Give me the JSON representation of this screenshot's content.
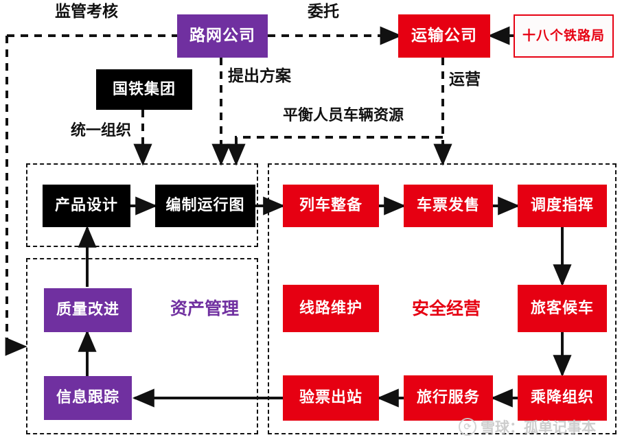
{
  "diagram": {
    "title_nodes": {
      "roadnet": "路网公司",
      "transport": "运输公司",
      "bureaus": "十八个铁路局",
      "group": "国铁集团"
    },
    "edge_labels": {
      "supervise": "监管考核",
      "entrust": "委托",
      "propose": "提出方案",
      "operate": "运营",
      "unified": "统一组织",
      "balance": "平衡人员车辆资源"
    },
    "group_labels": {
      "asset": "资产管理",
      "safety": "安全经营"
    },
    "design_nodes": [
      {
        "label": "产品设计"
      },
      {
        "label": "编制运行图"
      }
    ],
    "asset_nodes": [
      {
        "label": "质量改进"
      },
      {
        "label": "信息跟踪"
      }
    ],
    "ops_row_top": [
      {
        "label": "列车整备"
      },
      {
        "label": "车票发售"
      },
      {
        "label": "调度指挥"
      }
    ],
    "ops_row_mid": [
      {
        "label": "线路维护"
      },
      {
        "label": "旅客候车"
      }
    ],
    "ops_row_bottom": [
      {
        "label": "验票出站"
      },
      {
        "label": "旅行服务"
      },
      {
        "label": "乘降组织"
      }
    ],
    "colors": {
      "red": "#e60012",
      "purple": "#7030a0",
      "black": "#000000",
      "line": "#111111"
    },
    "watermark": {
      "logo": "snowball-logo-icon",
      "text": "雪球：孤单记事本"
    }
  }
}
